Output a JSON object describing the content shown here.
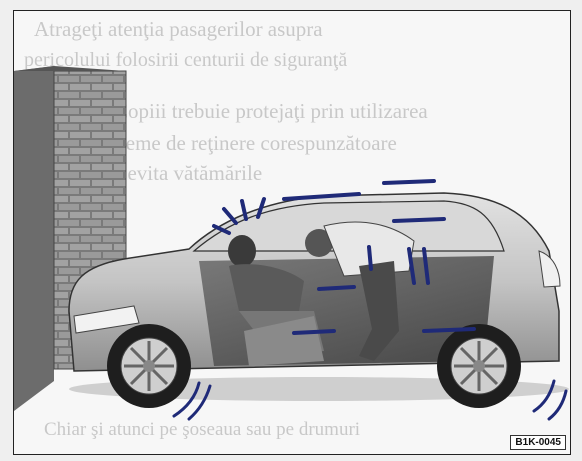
{
  "figure": {
    "code": "B1K-0045"
  },
  "bleed_through": {
    "line1": "Atrageţi atenţia pasagerilor asupra",
    "line2": "pericolului folosirii centurii de siguranţă",
    "line3": "Copiii trebuie protejaţi prin utilizarea",
    "line4": "unor sisteme de reţinere corespunzătoare",
    "line5": "pentru a evita vătămările",
    "line6": "Chiar şi atunci pe şoseaua sau pe drumuri"
  }
}
